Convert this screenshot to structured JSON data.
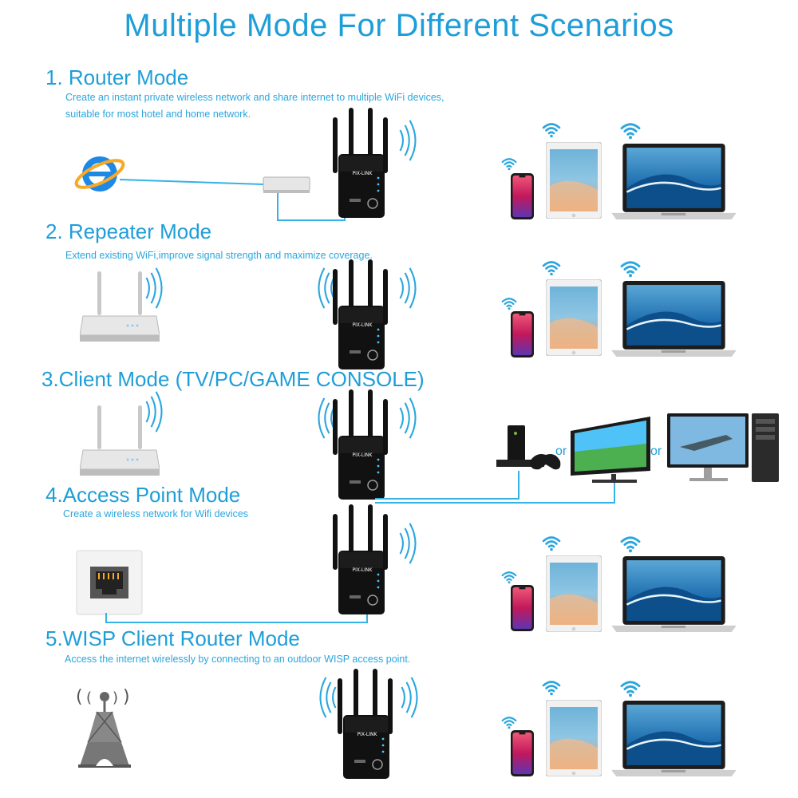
{
  "title": "Multiple Mode For Different Scenarios",
  "modes": [
    {
      "title": "1. Router Mode",
      "description_lines": [
        "Create an instant private wireless network and share internet to multiple WiFi devices,",
        "suitable for most hotel and home network."
      ]
    },
    {
      "title": "2. Repeater Mode",
      "description_lines": [
        "Extend existing WiFi,improve signal strength and maximize coverage."
      ]
    },
    {
      "title": "3.Client Mode (TV/PC/GAME CONSOLE)",
      "description_lines": []
    },
    {
      "title": "4.Access Point Mode",
      "description_lines": [
        "Create a wireless network for Wifi devices"
      ]
    },
    {
      "title": "5.WISP Client Router Mode",
      "description_lines": [
        "Access the internet wirelessly by connecting to an outdoor WISP access point."
      ]
    }
  ],
  "repeater_brand": "PIX-LINK",
  "or_label": "or",
  "colors": {
    "accent": "#1e9ed8",
    "line": "#35b2e6",
    "device_black": "#111111"
  },
  "icons": {
    "internet": "internet-explorer-icon",
    "switch": "network-switch-icon",
    "router": "wireless-router-icon",
    "ethernet": "ethernet-port-icon",
    "tower": "wisp-tower-icon",
    "repeater": "wifi-repeater-icon",
    "phone": "smartphone-icon",
    "tablet": "tablet-icon",
    "laptop": "laptop-icon",
    "console": "game-console-icon",
    "tv": "tv-icon",
    "desktop": "desktop-pc-icon",
    "wifi": "wifi-signal-icon"
  }
}
